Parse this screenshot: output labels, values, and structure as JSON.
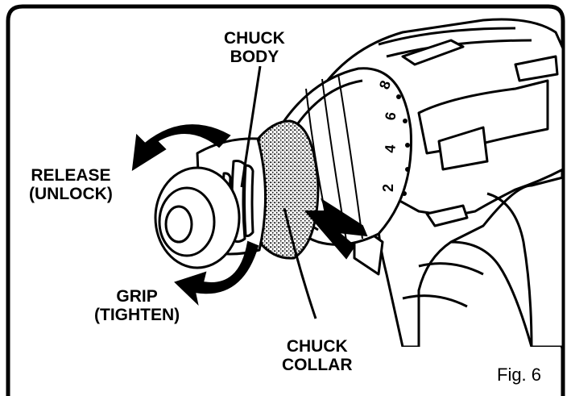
{
  "labels": {
    "chuck_body": [
      "CHUCK",
      "BODY"
    ],
    "release": [
      "RELEASE",
      "(UNLOCK)"
    ],
    "grip": [
      "GRIP",
      "(TIGHTEN)"
    ],
    "chuck_collar": [
      "CHUCK",
      "COLLAR"
    ]
  },
  "dial": {
    "numbers": [
      "8",
      "6",
      "4",
      "2"
    ]
  },
  "figure_label": "Fig. 6",
  "colors": {
    "ink": "#000000",
    "paper": "#ffffff",
    "shade": "#555555"
  }
}
